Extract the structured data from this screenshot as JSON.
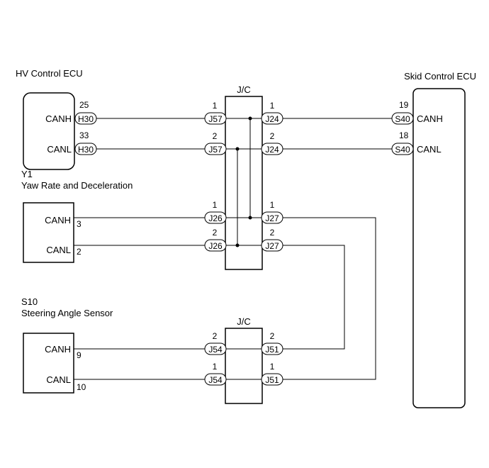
{
  "hv_ecu": {
    "title": "HV Control ECU",
    "canh": "CANH",
    "canl": "CANL",
    "pin_h": "25",
    "pin_l": "33",
    "conn": "H30"
  },
  "skid_ecu": {
    "title": "Skid Control ECU",
    "canh": "CANH",
    "canl": "CANL",
    "pin_h": "19",
    "pin_l": "18",
    "conn": "S40"
  },
  "yaw": {
    "code": "Y1",
    "title": "Yaw Rate and Deceleration",
    "canh": "CANH",
    "canl": "CANL",
    "pin_h": "3",
    "pin_l": "2"
  },
  "steer": {
    "code": "S10",
    "title": "Steering Angle Sensor",
    "canh": "CANH",
    "canl": "CANL",
    "pin_h": "9",
    "pin_l": "10"
  },
  "jc1": {
    "label": "J/C",
    "rows": [
      {
        "left_conn": "J57",
        "left_pin": "1",
        "right_conn": "J24",
        "right_pin": "1"
      },
      {
        "left_conn": "J57",
        "left_pin": "2",
        "right_conn": "J24",
        "right_pin": "2"
      },
      {
        "left_conn": "J26",
        "left_pin": "1",
        "right_conn": "J27",
        "right_pin": "1"
      },
      {
        "left_conn": "J26",
        "left_pin": "2",
        "right_conn": "J27",
        "right_pin": "2"
      }
    ]
  },
  "jc2": {
    "label": "J/C",
    "rows": [
      {
        "left_conn": "J54",
        "left_pin": "2",
        "right_conn": "J51",
        "right_pin": "2"
      },
      {
        "left_conn": "J54",
        "left_pin": "1",
        "right_conn": "J51",
        "right_pin": "1"
      }
    ]
  }
}
